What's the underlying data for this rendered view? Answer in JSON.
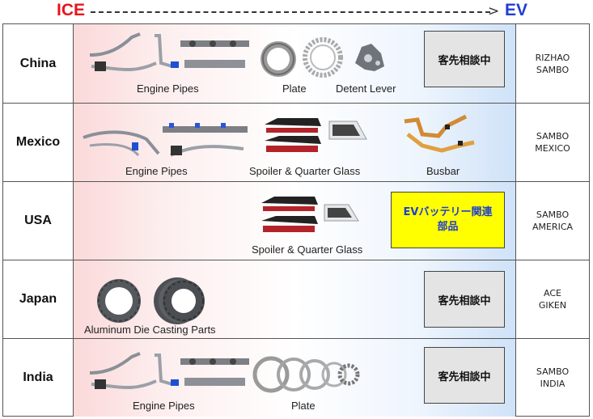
{
  "header": {
    "left": "ICE",
    "right": "EV",
    "arrow": ">"
  },
  "rows": [
    {
      "country": "China",
      "labels": [
        "Engine Pipes",
        "Plate",
        "Detent Lever"
      ],
      "status": "客先相談中",
      "company": [
        "RIZHAO",
        "SAMBO"
      ]
    },
    {
      "country": "Mexico",
      "labels": [
        "Engine Pipes",
        "Spoiler & Quarter Glass",
        "Busbar"
      ],
      "company": [
        "SAMBO",
        "MEXICO"
      ]
    },
    {
      "country": "USA",
      "labels": [
        "Spoiler & Quarter Glass"
      ],
      "status": [
        "EVバッテリー関連",
        "部品"
      ],
      "company": [
        "SAMBO",
        "AMERICA"
      ]
    },
    {
      "country": "Japan",
      "labels": [
        "Aluminum Die Casting Parts"
      ],
      "status": "客先相談中",
      "company": [
        "ACE",
        "GIKEN"
      ]
    },
    {
      "country": "India",
      "labels": [
        "Engine Pipes",
        "Plate"
      ],
      "status": "客先相談中",
      "company": [
        "SAMBO",
        "INDIA"
      ]
    }
  ],
  "colors": {
    "ice": "#e8141c",
    "ev": "#1f3fd0",
    "status_box": "#e4e4e4",
    "ev_box": "#ffff00"
  }
}
